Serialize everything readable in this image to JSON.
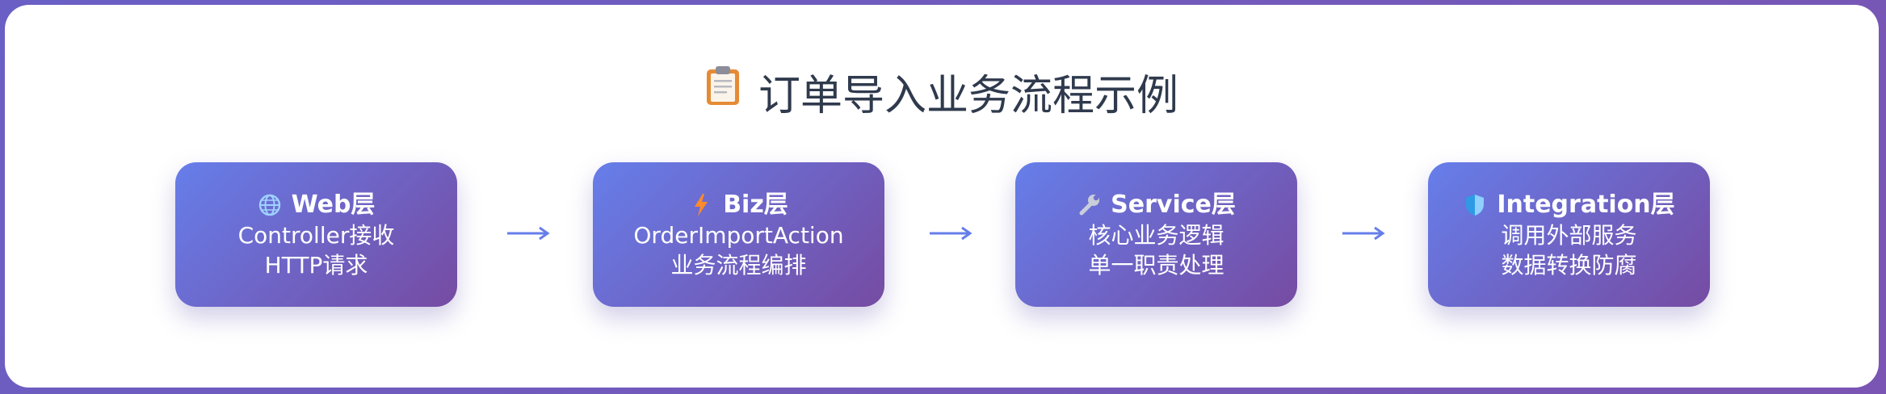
{
  "title": {
    "icon": "clipboard-icon",
    "text": "订单导入业务流程示例"
  },
  "flow": {
    "steps": [
      {
        "icon": "globe-icon",
        "label": "Web层",
        "lines": [
          "Controller接收",
          "HTTP请求"
        ]
      },
      {
        "icon": "lightning-icon",
        "label": "Biz层",
        "lines": [
          "OrderImportAction",
          "业务流程编排"
        ]
      },
      {
        "icon": "wrench-icon",
        "label": "Service层",
        "lines": [
          "核心业务逻辑",
          "单一职责处理"
        ]
      },
      {
        "icon": "shield-icon",
        "label": "Integration层",
        "lines": [
          "调用外部服务",
          "数据转换防腐"
        ]
      }
    ],
    "arrow_color": "#667eea"
  },
  "colors": {
    "gradient_start": "#667eea",
    "gradient_end": "#764ba2",
    "title_text": "#2f3a4d"
  }
}
